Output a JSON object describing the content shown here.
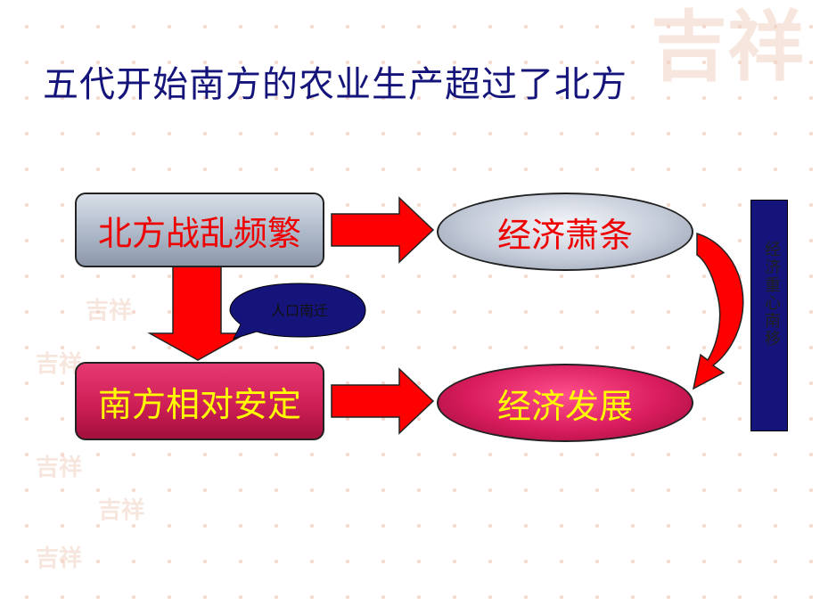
{
  "title": "五代开始南方的农业生产超过了北方",
  "diagram": {
    "north_box": "北方战乱频繁",
    "south_box": "南方相对安定",
    "economy_bleak": "经济萧条",
    "economy_development": "经济发展",
    "migration_callout": "人口南迁",
    "center_shift": "经济重心南移"
  },
  "colors": {
    "title": "#14147a",
    "red_text": "#ee0000",
    "yellow_text": "#ffff00",
    "arrow_red": "#ff0000",
    "navy": "#14147a"
  }
}
